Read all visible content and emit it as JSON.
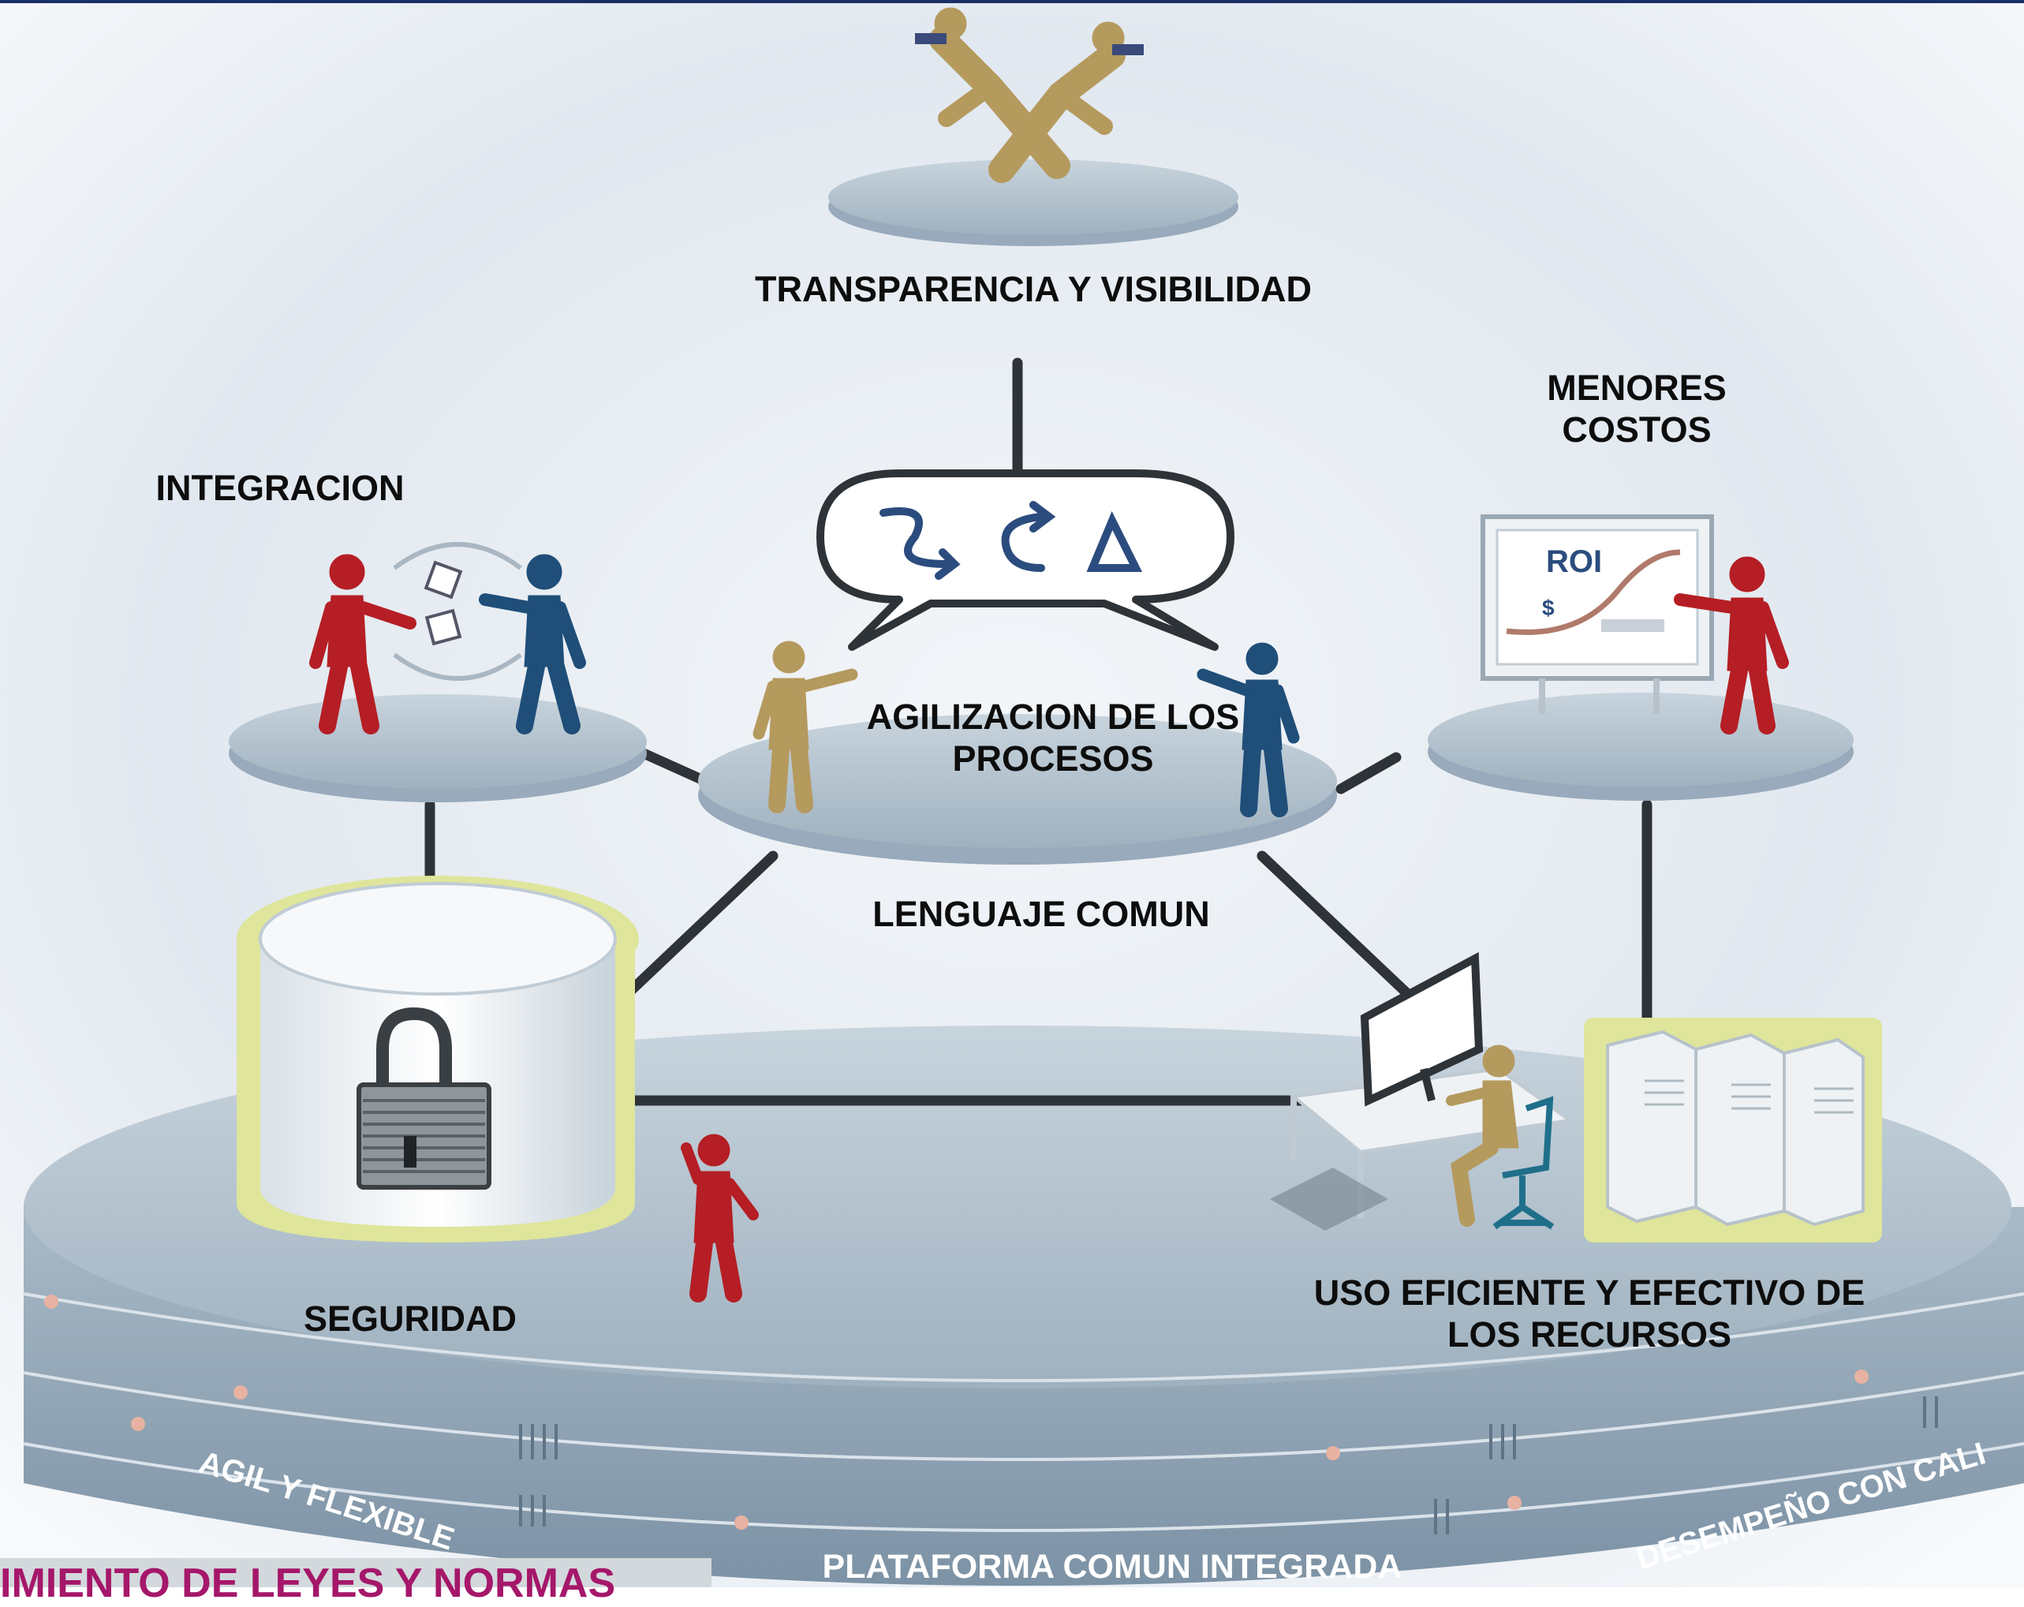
{
  "labels": {
    "transparencia": "TRANSPARENCIA Y VISIBILIDAD",
    "menores_1": "MENORES",
    "menores_2": "COSTOS",
    "integracion": "INTEGRACION",
    "agilizacion_1": "AGILIZACION DE LOS",
    "agilizacion_2": "PROCESOS",
    "lenguaje": "LENGUAJE COMUN",
    "seguridad": "SEGURIDAD",
    "uso_1": "USO EFICIENTE Y EFECTIVO DE",
    "uso_2": "LOS RECURSOS",
    "plataforma": "PLATAFORMA COMUN INTEGRADA",
    "agil": "AGIL Y FLEXIBLE",
    "desempeno": "DESEMPEÑO CON CALI",
    "cumplimiento": "IMIENTO DE LEYES Y NORMAS",
    "roi": "ROI",
    "dollar": "$"
  },
  "colors": {
    "brand_magenta": "#a5176a",
    "figure_red": "#b51e24",
    "figure_blue": "#1f4e79",
    "figure_gold": "#b59a5e",
    "disc_fill": "#b3c3cf",
    "platform_rim": "#8fa3b4",
    "connector": "#2e3338",
    "highlight_yellow": "#dfe59b",
    "top_border": "#1a2f66"
  },
  "icons": [
    "padlock-icon",
    "cycle-arrows-icon",
    "server-rack-icon",
    "computer-desk-icon",
    "roi-chart-icon"
  ]
}
